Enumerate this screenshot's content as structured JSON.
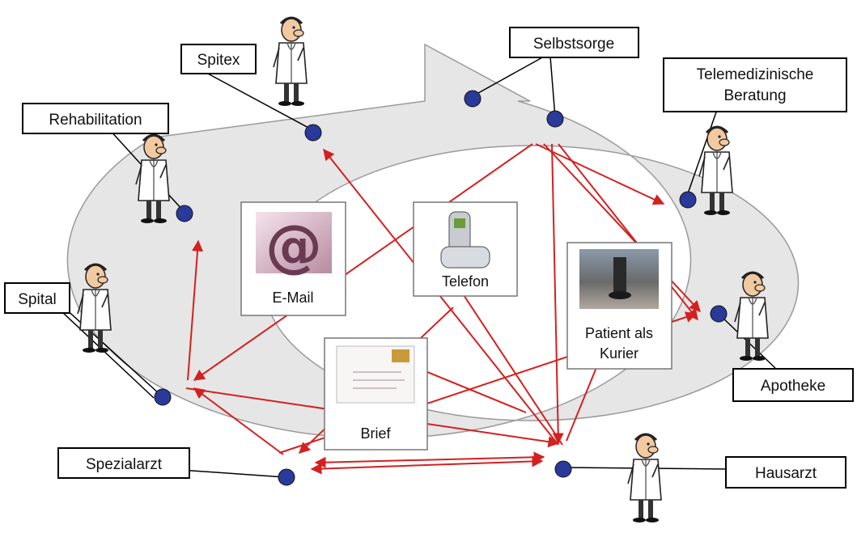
{
  "colors": {
    "ring_fill": "#e6e6e6",
    "ring_stroke": "#9a9a9a",
    "node_fill": "#2a3a9a",
    "link_color": "#d42020",
    "callout_line": "#000000"
  },
  "actors": [
    {
      "id": "selbstsorge",
      "label": "Selbstsorge"
    },
    {
      "id": "telemedizin",
      "label": "Telemedizinische Beratung",
      "lines": [
        "Telemedizinische",
        "Beratung"
      ]
    },
    {
      "id": "spitex",
      "label": "Spitex"
    },
    {
      "id": "rehabilitation",
      "label": "Rehabilitation"
    },
    {
      "id": "spital",
      "label": "Spital"
    },
    {
      "id": "spezialarzt",
      "label": "Spezialarzt"
    },
    {
      "id": "hausarzt",
      "label": "Hausarzt"
    },
    {
      "id": "apotheke",
      "label": "Apotheke"
    }
  ],
  "channels": [
    {
      "id": "email",
      "label": "E-Mail",
      "icon": "email-at-icon"
    },
    {
      "id": "telefon",
      "label": "Telefon",
      "icon": "telephone-icon"
    },
    {
      "id": "brief",
      "label": "Brief",
      "icon": "letter-envelope-icon"
    },
    {
      "id": "kurier",
      "label": "Patient als Kurier",
      "lines": [
        "Patient als",
        "Kurier"
      ],
      "icon": "patient-walking-photo-icon"
    }
  ]
}
